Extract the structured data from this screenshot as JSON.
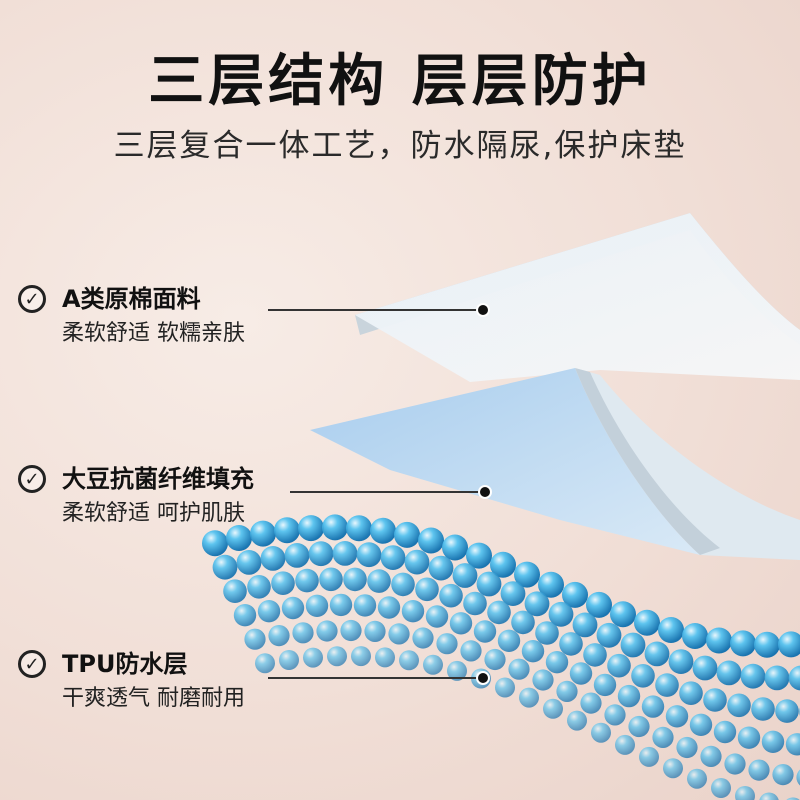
{
  "header": {
    "title": "三层结构 层层防护",
    "subtitle": "三层复合一体工艺，防水隔尿,保护床垫"
  },
  "features": [
    {
      "title": "A类原棉面料",
      "desc": "柔软舒适 软糯亲肤"
    },
    {
      "title": "大豆抗菌纤维填充",
      "desc": "柔软舒适 呵护肌肤"
    },
    {
      "title": "TPU防水层",
      "desc": "干爽透气 耐磨耐用"
    }
  ],
  "colors": {
    "top_layer": "#eef3f7",
    "middle_layer": "#bcd9f0",
    "bead_blue": "#2ba7e0",
    "text_dark": "#111111",
    "background": "#f1dfd7"
  },
  "icons": {
    "check": "check-circle-icon"
  }
}
